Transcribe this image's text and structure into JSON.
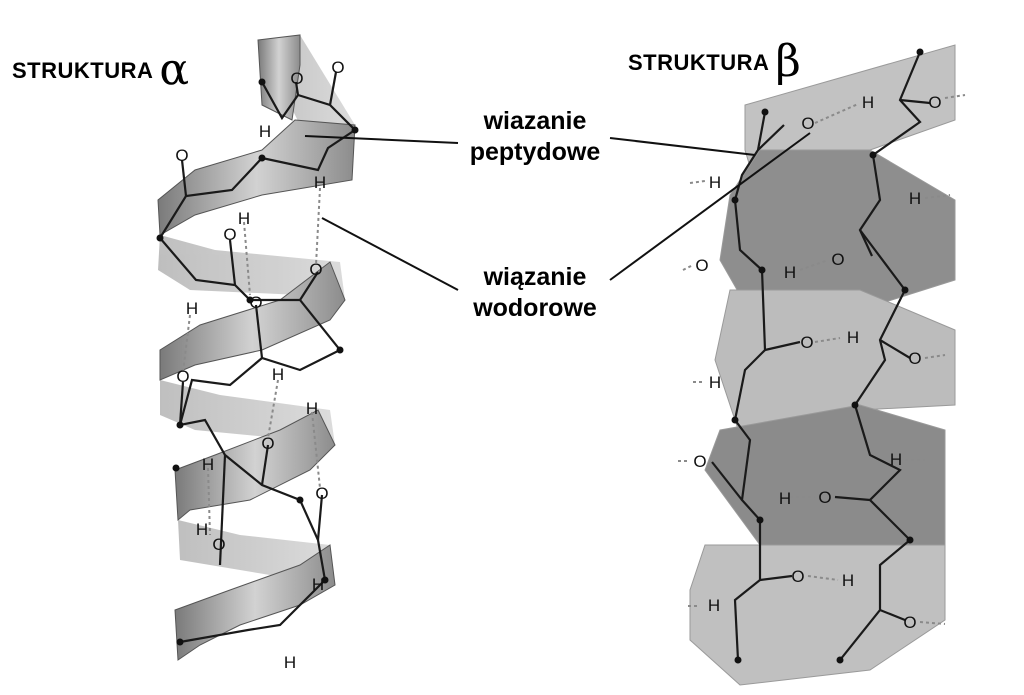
{
  "alpha_title": {
    "text": "STRUKTURA",
    "symbol": "α"
  },
  "beta_title": {
    "text": "STRUKTURA",
    "symbol": "β"
  },
  "callouts": {
    "peptide_bond": {
      "line1": "wiazanie",
      "line2": "peptydowe"
    },
    "hydrogen_bond": {
      "line1": "wiązanie",
      "line2": "wodorowe"
    }
  },
  "atoms": {
    "oxygen": "O",
    "hydrogen": "H"
  },
  "colors": {
    "ribbon_light": "#c8c8c8",
    "ribbon_mid": "#a8a8a8",
    "ribbon_dark": "#6e6e6e",
    "sheet_light": "#b9b9b9",
    "sheet_dark": "#8f8f8f",
    "bond": "#1a1a1a",
    "hbond": "#8a8a8a"
  }
}
